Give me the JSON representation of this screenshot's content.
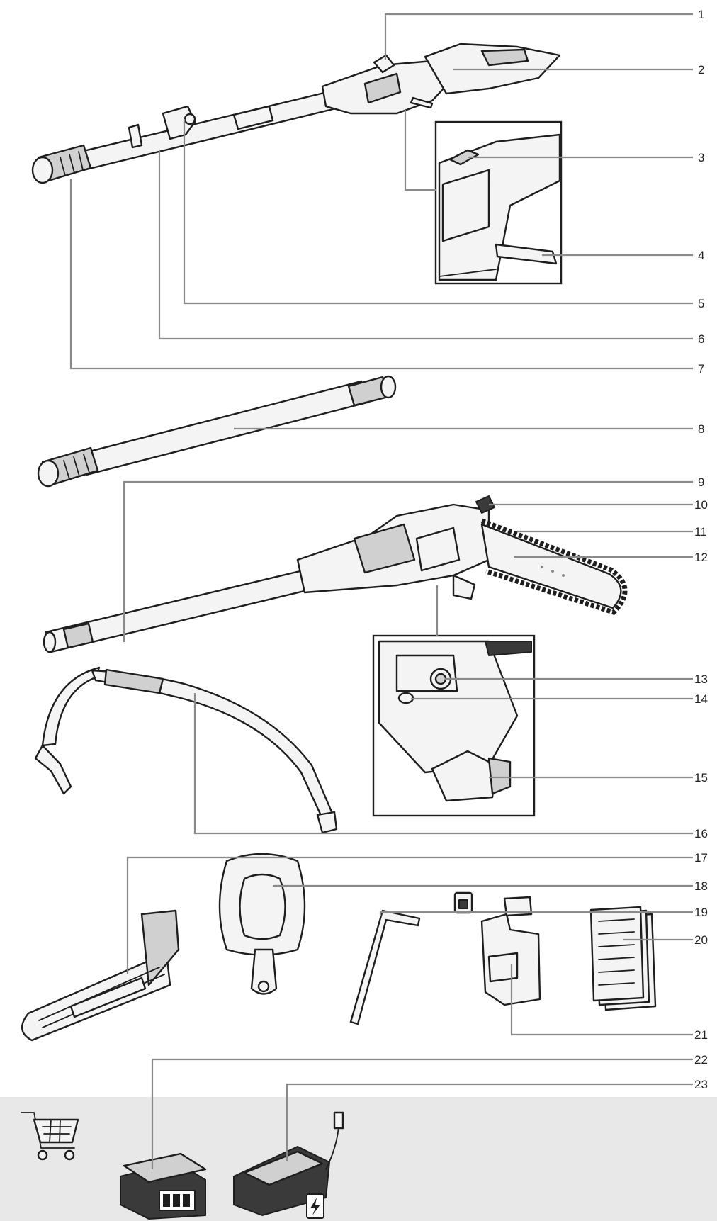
{
  "callouts": [
    "1",
    "2",
    "3",
    "4",
    "5",
    "6",
    "7",
    "8",
    "9",
    "10",
    "11",
    "12",
    "13",
    "14",
    "15",
    "16",
    "17",
    "18",
    "19",
    "20",
    "21",
    "22",
    "23"
  ],
  "parts": {
    "pole_saw_assembly": "pole-saw-with-motor-unit",
    "extension_pole": "extension-pole",
    "saw_head": "saw-head-with-bar-and-chain",
    "shoulder_strap": "shoulder-strap",
    "bar_cover": "bar-cover",
    "auxiliary_handle": "auxiliary-handle",
    "hex_key": "hex-key",
    "oil_bottle": "chain-oil-bottle",
    "manual": "instruction-manual",
    "battery": "battery-pack",
    "charger": "charger"
  },
  "icons": {
    "cart": "shopping-cart-icon",
    "oil_drop": "oil-drop-icon",
    "bolt": "lightning-bolt-icon"
  },
  "colors": {
    "line": "#1e1e1e",
    "leader": "#8a8a8a",
    "band": "#e8e8e8"
  }
}
